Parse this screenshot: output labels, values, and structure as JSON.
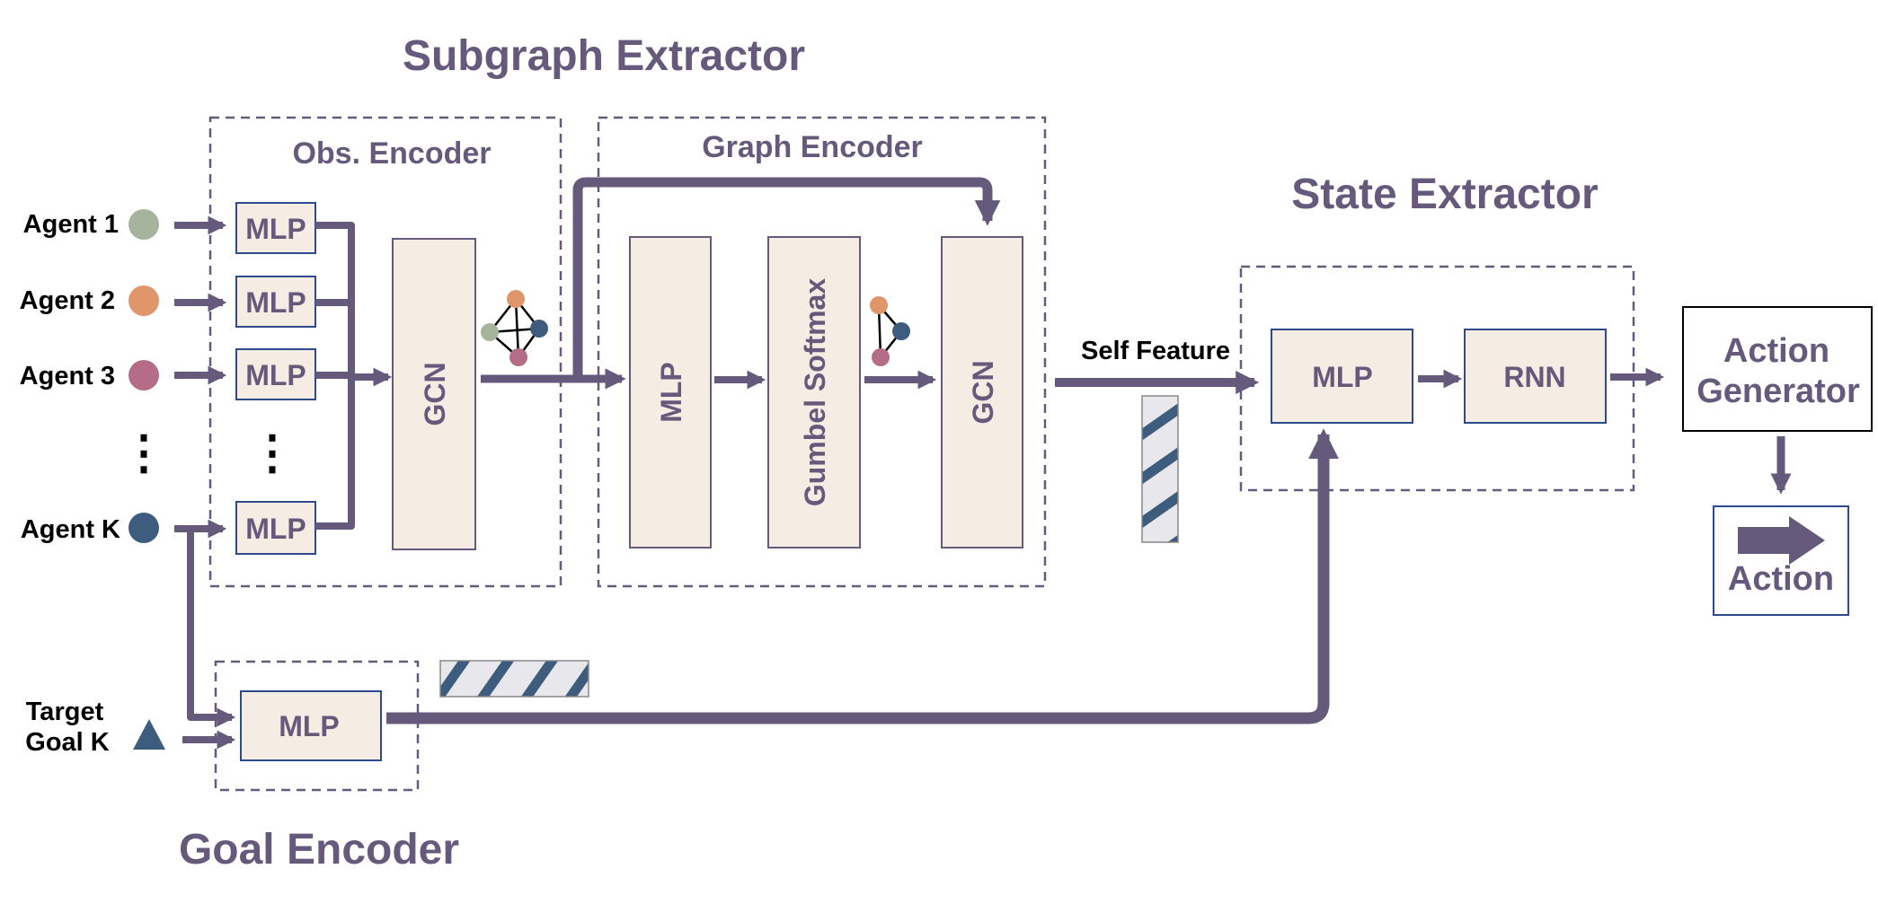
{
  "titles": {
    "subgraph_extractor": "Subgraph Extractor",
    "state_extractor": "State Extractor",
    "goal_encoder": "Goal Encoder"
  },
  "panels": {
    "obs_encoder": "Obs. Encoder",
    "graph_encoder": "Graph Encoder"
  },
  "agents": {
    "agent_1": "Agent 1",
    "agent_2": "Agent 2",
    "agent_3": "Agent 3",
    "agent_k": "Agent K",
    "ellipsis": "⋮"
  },
  "target": {
    "line1": "Target",
    "line2": "Goal K"
  },
  "blocks": {
    "mlp": "MLP",
    "gcn": "GCN",
    "gumbel_softmax": "Gumbel Softmax",
    "rnn": "RNN",
    "action_generator_line1": "Action",
    "action_generator_line2": "Generator",
    "action": "Action"
  },
  "labels": {
    "self_feature": "Self Feature"
  },
  "colors": {
    "primary": "#665a7c",
    "box_fill": "#f5ede4",
    "box_border": "#2f4a8a",
    "agent_1": "#a6b49d",
    "agent_2": "#e0956a",
    "agent_3": "#b56c86",
    "agent_k": "#3d5c7e",
    "hatch": "#3d5c7e"
  }
}
